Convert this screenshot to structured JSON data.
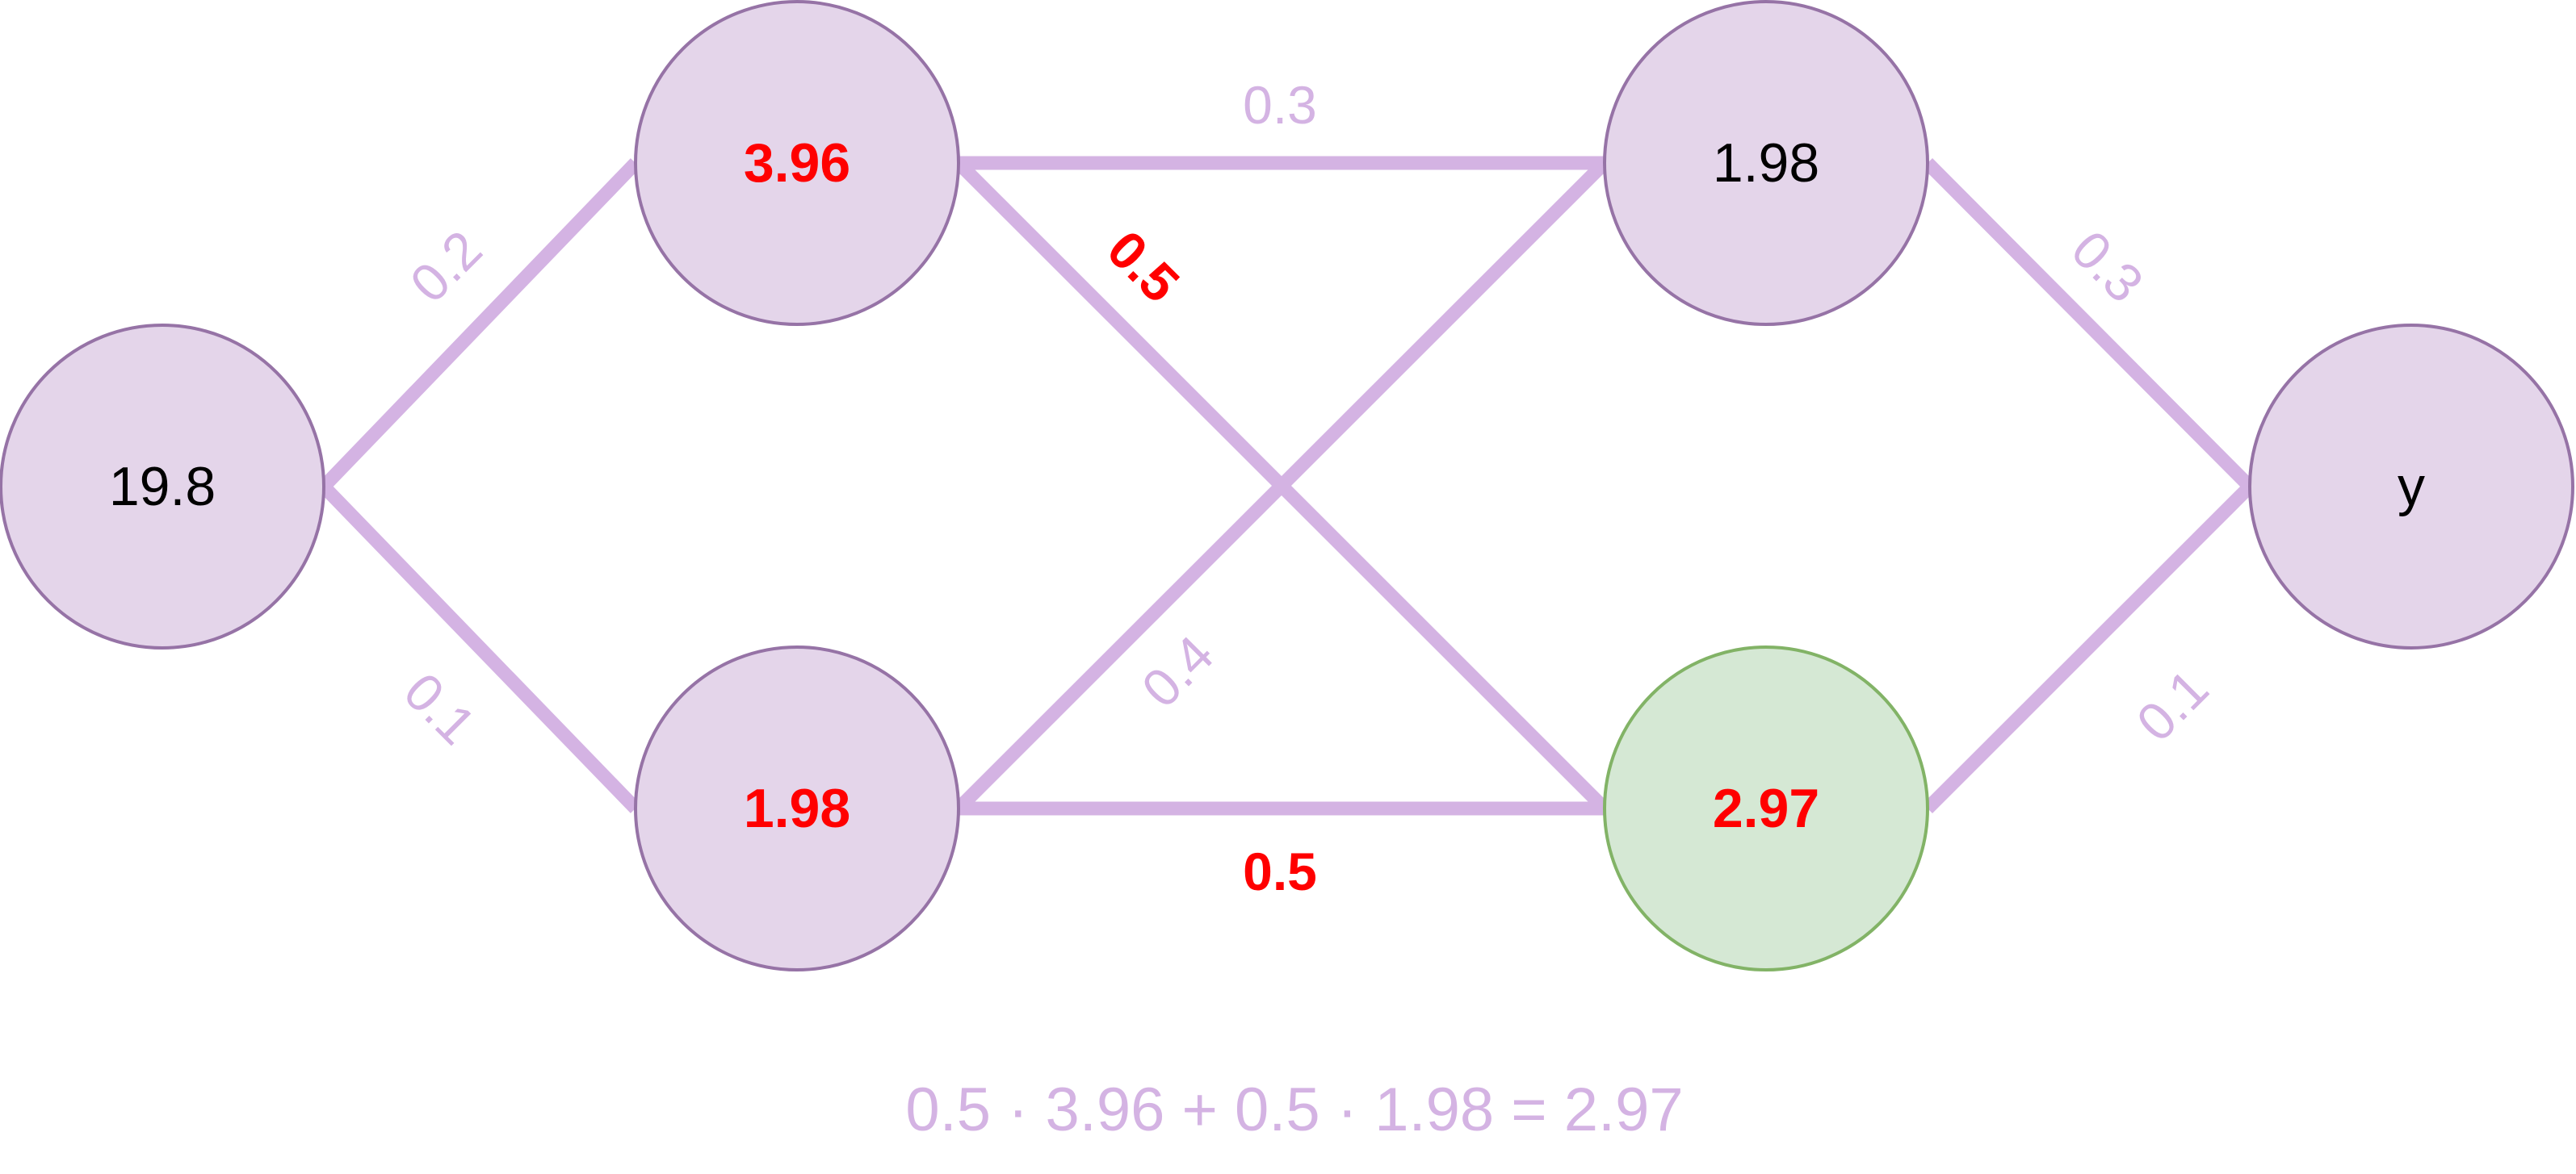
{
  "colors": {
    "edge": "#d4b3e3",
    "edge_label": "#d4b3e3",
    "node_fill": "#e4d5ea",
    "node_stroke": "#9673a6",
    "output_fill": "#d5e8d4",
    "output_stroke": "#82b366",
    "highlight_text": "#ff0000",
    "text": "#000000",
    "formula": "#d4b3e3"
  },
  "nodes": [
    {
      "id": "in",
      "label": "19.8",
      "highlight": false,
      "variant": "default"
    },
    {
      "id": "h1",
      "label": "3.96",
      "highlight": true,
      "variant": "default"
    },
    {
      "id": "h2",
      "label": "1.98",
      "highlight": true,
      "variant": "default"
    },
    {
      "id": "h3",
      "label": "1.98",
      "highlight": false,
      "variant": "default"
    },
    {
      "id": "h4",
      "label": "2.97",
      "highlight": true,
      "variant": "output"
    },
    {
      "id": "out",
      "label": "y",
      "highlight": false,
      "variant": "default"
    }
  ],
  "edges": [
    {
      "id": "in-h1",
      "from": "in",
      "to": "h1",
      "weight": "0.2",
      "highlight": false
    },
    {
      "id": "in-h2",
      "from": "in",
      "to": "h2",
      "weight": "0.1",
      "highlight": false
    },
    {
      "id": "h1-h3",
      "from": "h1",
      "to": "h3",
      "weight": "0.3",
      "highlight": false
    },
    {
      "id": "h1-h4",
      "from": "h1",
      "to": "h4",
      "weight": "0.5",
      "highlight": true
    },
    {
      "id": "h2-h3",
      "from": "h2",
      "to": "h3",
      "weight": "0.4",
      "highlight": false
    },
    {
      "id": "h2-h4",
      "from": "h2",
      "to": "h4",
      "weight": "0.5",
      "highlight": true
    },
    {
      "id": "h3-out",
      "from": "h3",
      "to": "out",
      "weight": "0.3",
      "highlight": false
    },
    {
      "id": "h4-out",
      "from": "h4",
      "to": "out",
      "weight": "0.1",
      "highlight": false
    }
  ],
  "formula": "0.5 · 3.96 + 0.5 · 1.98 = 2.97"
}
